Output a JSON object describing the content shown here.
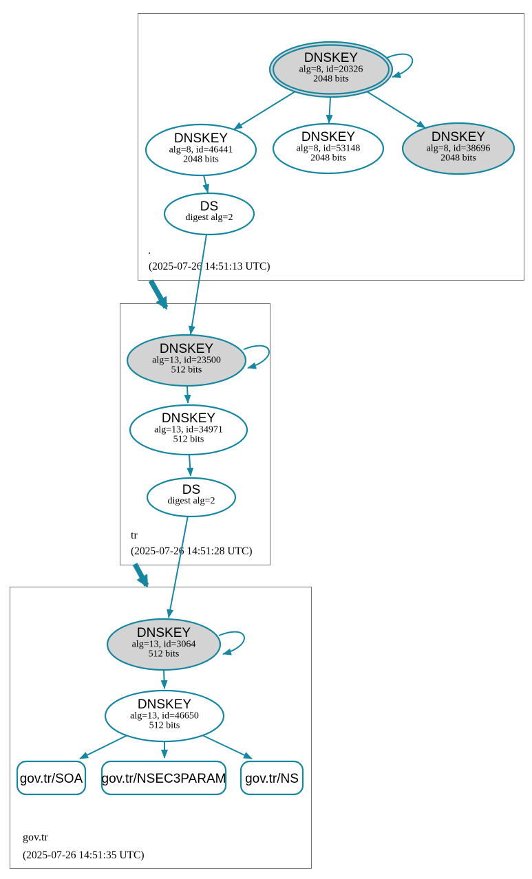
{
  "colors": {
    "accent": "#1786a0",
    "node_gray_fill": "#d3d3d3",
    "box_border": "#6e6e6e"
  },
  "zones": {
    "root": {
      "label": ".",
      "timestamp": "(2025-07-26 14:51:13 UTC)",
      "ksk": {
        "title": "DNSKEY",
        "detail": "alg=8, id=20326",
        "bits": "2048 bits"
      },
      "zsk1": {
        "title": "DNSKEY",
        "detail": "alg=8, id=46441",
        "bits": "2048 bits"
      },
      "zsk2": {
        "title": "DNSKEY",
        "detail": "alg=8, id=53148",
        "bits": "2048 bits"
      },
      "ksk2": {
        "title": "DNSKEY",
        "detail": "alg=8, id=38696",
        "bits": "2048 bits"
      },
      "ds": {
        "title": "DS",
        "detail": "digest alg=2"
      }
    },
    "tr": {
      "label": "tr",
      "timestamp": "(2025-07-26 14:51:28 UTC)",
      "ksk": {
        "title": "DNSKEY",
        "detail": "alg=13, id=23500",
        "bits": "512 bits"
      },
      "zsk": {
        "title": "DNSKEY",
        "detail": "alg=13, id=34971",
        "bits": "512 bits"
      },
      "ds": {
        "title": "DS",
        "detail": "digest alg=2"
      }
    },
    "govtr": {
      "label": "gov.tr",
      "timestamp": "(2025-07-26 14:51:35 UTC)",
      "ksk": {
        "title": "DNSKEY",
        "detail": "alg=13, id=3064",
        "bits": "512 bits"
      },
      "zsk": {
        "title": "DNSKEY",
        "detail": "alg=13, id=46650",
        "bits": "512 bits"
      },
      "rrset_soa": "gov.tr/SOA",
      "rrset_nsec3param": "gov.tr/NSEC3PARAM",
      "rrset_ns": "gov.tr/NS"
    }
  }
}
